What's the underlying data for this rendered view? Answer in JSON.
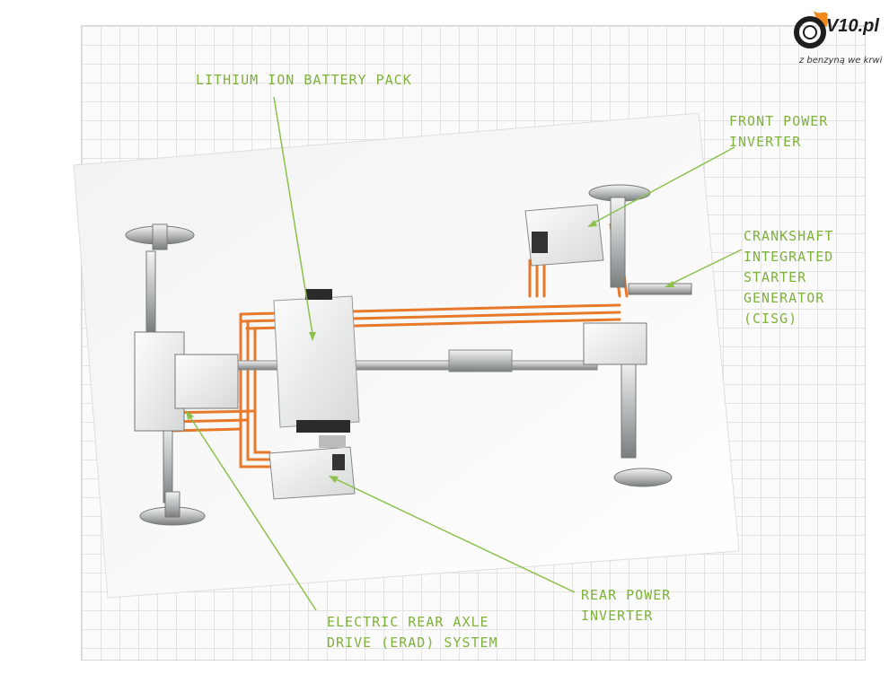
{
  "brand": {
    "logo_text": "V10.pl",
    "tagline": "z benzyną we krwi"
  },
  "labels": {
    "battery": "LITHIUM ION BATTERY PACK",
    "front_inverter_1": "FRONT POWER",
    "front_inverter_2": "INVERTER",
    "cisg_1": "CRANKSHAFT",
    "cisg_2": "INTEGRATED",
    "cisg_3": "STARTER",
    "cisg_4": "GENERATOR",
    "cisg_5": "(CISG)",
    "rear_inverter_1": "REAR POWER",
    "rear_inverter_2": "INVERTER",
    "erad_1": "ELECTRIC REAR AXLE",
    "erad_2": "DRIVE (ERAD) SYSTEM"
  },
  "colors": {
    "label_green": "#7fb23a",
    "cable_orange": "#e8782a",
    "leader_line": "#8cc04b"
  }
}
